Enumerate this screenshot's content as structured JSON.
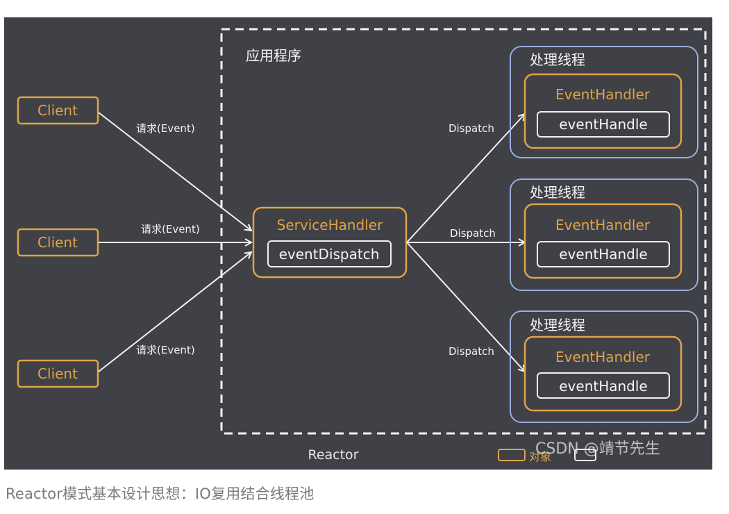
{
  "diagram": {
    "app_region_label": "应用程序",
    "reactor_label": "Reactor",
    "clients": [
      {
        "label": "Client",
        "request_label": "请求(Event)"
      },
      {
        "label": "Client",
        "request_label": "请求(Event)"
      },
      {
        "label": "Client",
        "request_label": "请求(Event)"
      }
    ],
    "service_handler": {
      "title": "ServiceHandler",
      "method": "eventDispatch"
    },
    "dispatch_label": "Dispatch",
    "threads": [
      {
        "title": "处理线程",
        "handler": "EventHandler",
        "method": "eventHandle"
      },
      {
        "title": "处理线程",
        "handler": "EventHandler",
        "method": "eventHandle"
      },
      {
        "title": "处理线程",
        "handler": "EventHandler",
        "method": "eventHandle"
      }
    ],
    "legend": {
      "object_label": "对象"
    },
    "watermark": "CSDN @靖节先生"
  },
  "caption": "Reactor模式基本设计思想：IO复用结合线程池",
  "colors": {
    "background": "#3f4146",
    "orange": "#e0a347",
    "blue_frame": "#9aaedf",
    "white": "#ffffff"
  }
}
